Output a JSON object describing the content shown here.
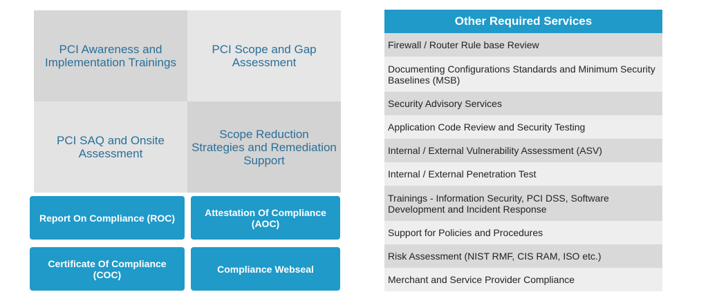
{
  "left_grid": {
    "cells": [
      "PCI Awareness and Implementation Trainings",
      "PCI Scope and Gap Assessment",
      "PCI SAQ and Onsite Assessment",
      "Scope Reduction Strategies and Remediation Support"
    ],
    "buttons": [
      "Report On Compliance (ROC)",
      "Attestation Of Compliance (AOC)",
      "Certificate Of Compliance (COC)",
      "Compliance Webseal"
    ]
  },
  "panel": {
    "title": "Other Required Services",
    "items": [
      "Firewall / Router Rule base Review",
      "Documenting Configurations Standards and Minimum Security Baselines (MSB)",
      "Security Advisory Services",
      "Application Code Review and Security Testing",
      "Internal / External Vulnerability Assessment (ASV)",
      "Internal / External Penetration Test",
      "Trainings - Information Security, PCI DSS, Software Development and Incident Response",
      "Support for Policies and Procedures",
      "Risk Assessment (NIST RMF, CIS RAM, ISO etc.)",
      "Merchant and Service Provider Compliance"
    ]
  },
  "colors": {
    "accent": "#1f9ac9",
    "cell_text": "#2a6f99",
    "row_dark": "#d9d9d9",
    "row_light": "#eeeeee"
  }
}
